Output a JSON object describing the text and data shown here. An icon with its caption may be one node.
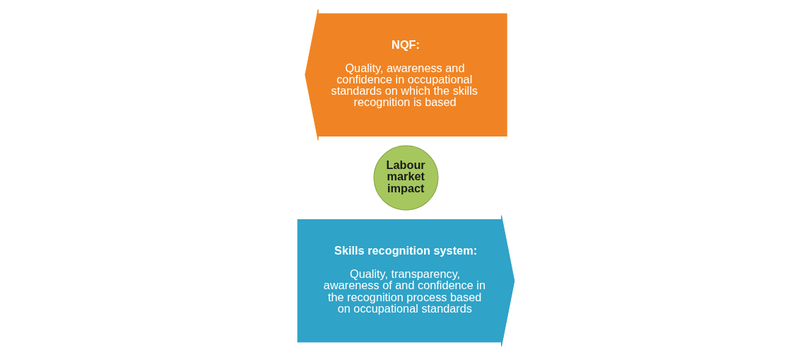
{
  "diagram": {
    "nodes": [
      {
        "text": [
          "Skills recognition system:",
          "Quality, transparency, awareness of and confidence in the recognition process based on occupational standards"
        ]
      },
      {
        "text": [
          "Labour market impact"
        ]
      },
      {
        "text": [
          "NQF:",
          "Quality, awareness and confidence in occupational standards on which the skills recognition is based"
        ]
      }
    ]
  }
}
